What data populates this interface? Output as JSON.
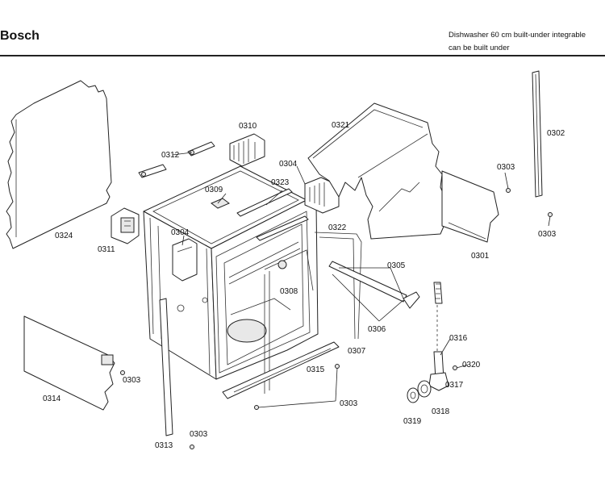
{
  "header": {
    "brand": "Bosch",
    "description_line1": "Dishwasher 60 cm built-under integrable",
    "description_line2": "can be built under"
  },
  "callouts": {
    "c0302": "0302",
    "c0303a": "0303",
    "c0303b": "0303",
    "c0303c": "0303",
    "c0303d": "0303",
    "c0303e": "0303",
    "c0301": "0301",
    "c0304a": "0304",
    "c0304b": "0304",
    "c0305": "0305",
    "c0306": "0306",
    "c0307": "0307",
    "c0308": "0308",
    "c0309": "0309",
    "c0310": "0310",
    "c0311": "0311",
    "c0312": "0312",
    "c0313": "0313",
    "c0314": "0314",
    "c0315": "0315",
    "c0316": "0316",
    "c0317": "0317",
    "c0318": "0318",
    "c0319": "0319",
    "c0320": "0320",
    "c0321": "0321",
    "c0322": "0322",
    "c0323": "0323",
    "c0324": "0324"
  }
}
